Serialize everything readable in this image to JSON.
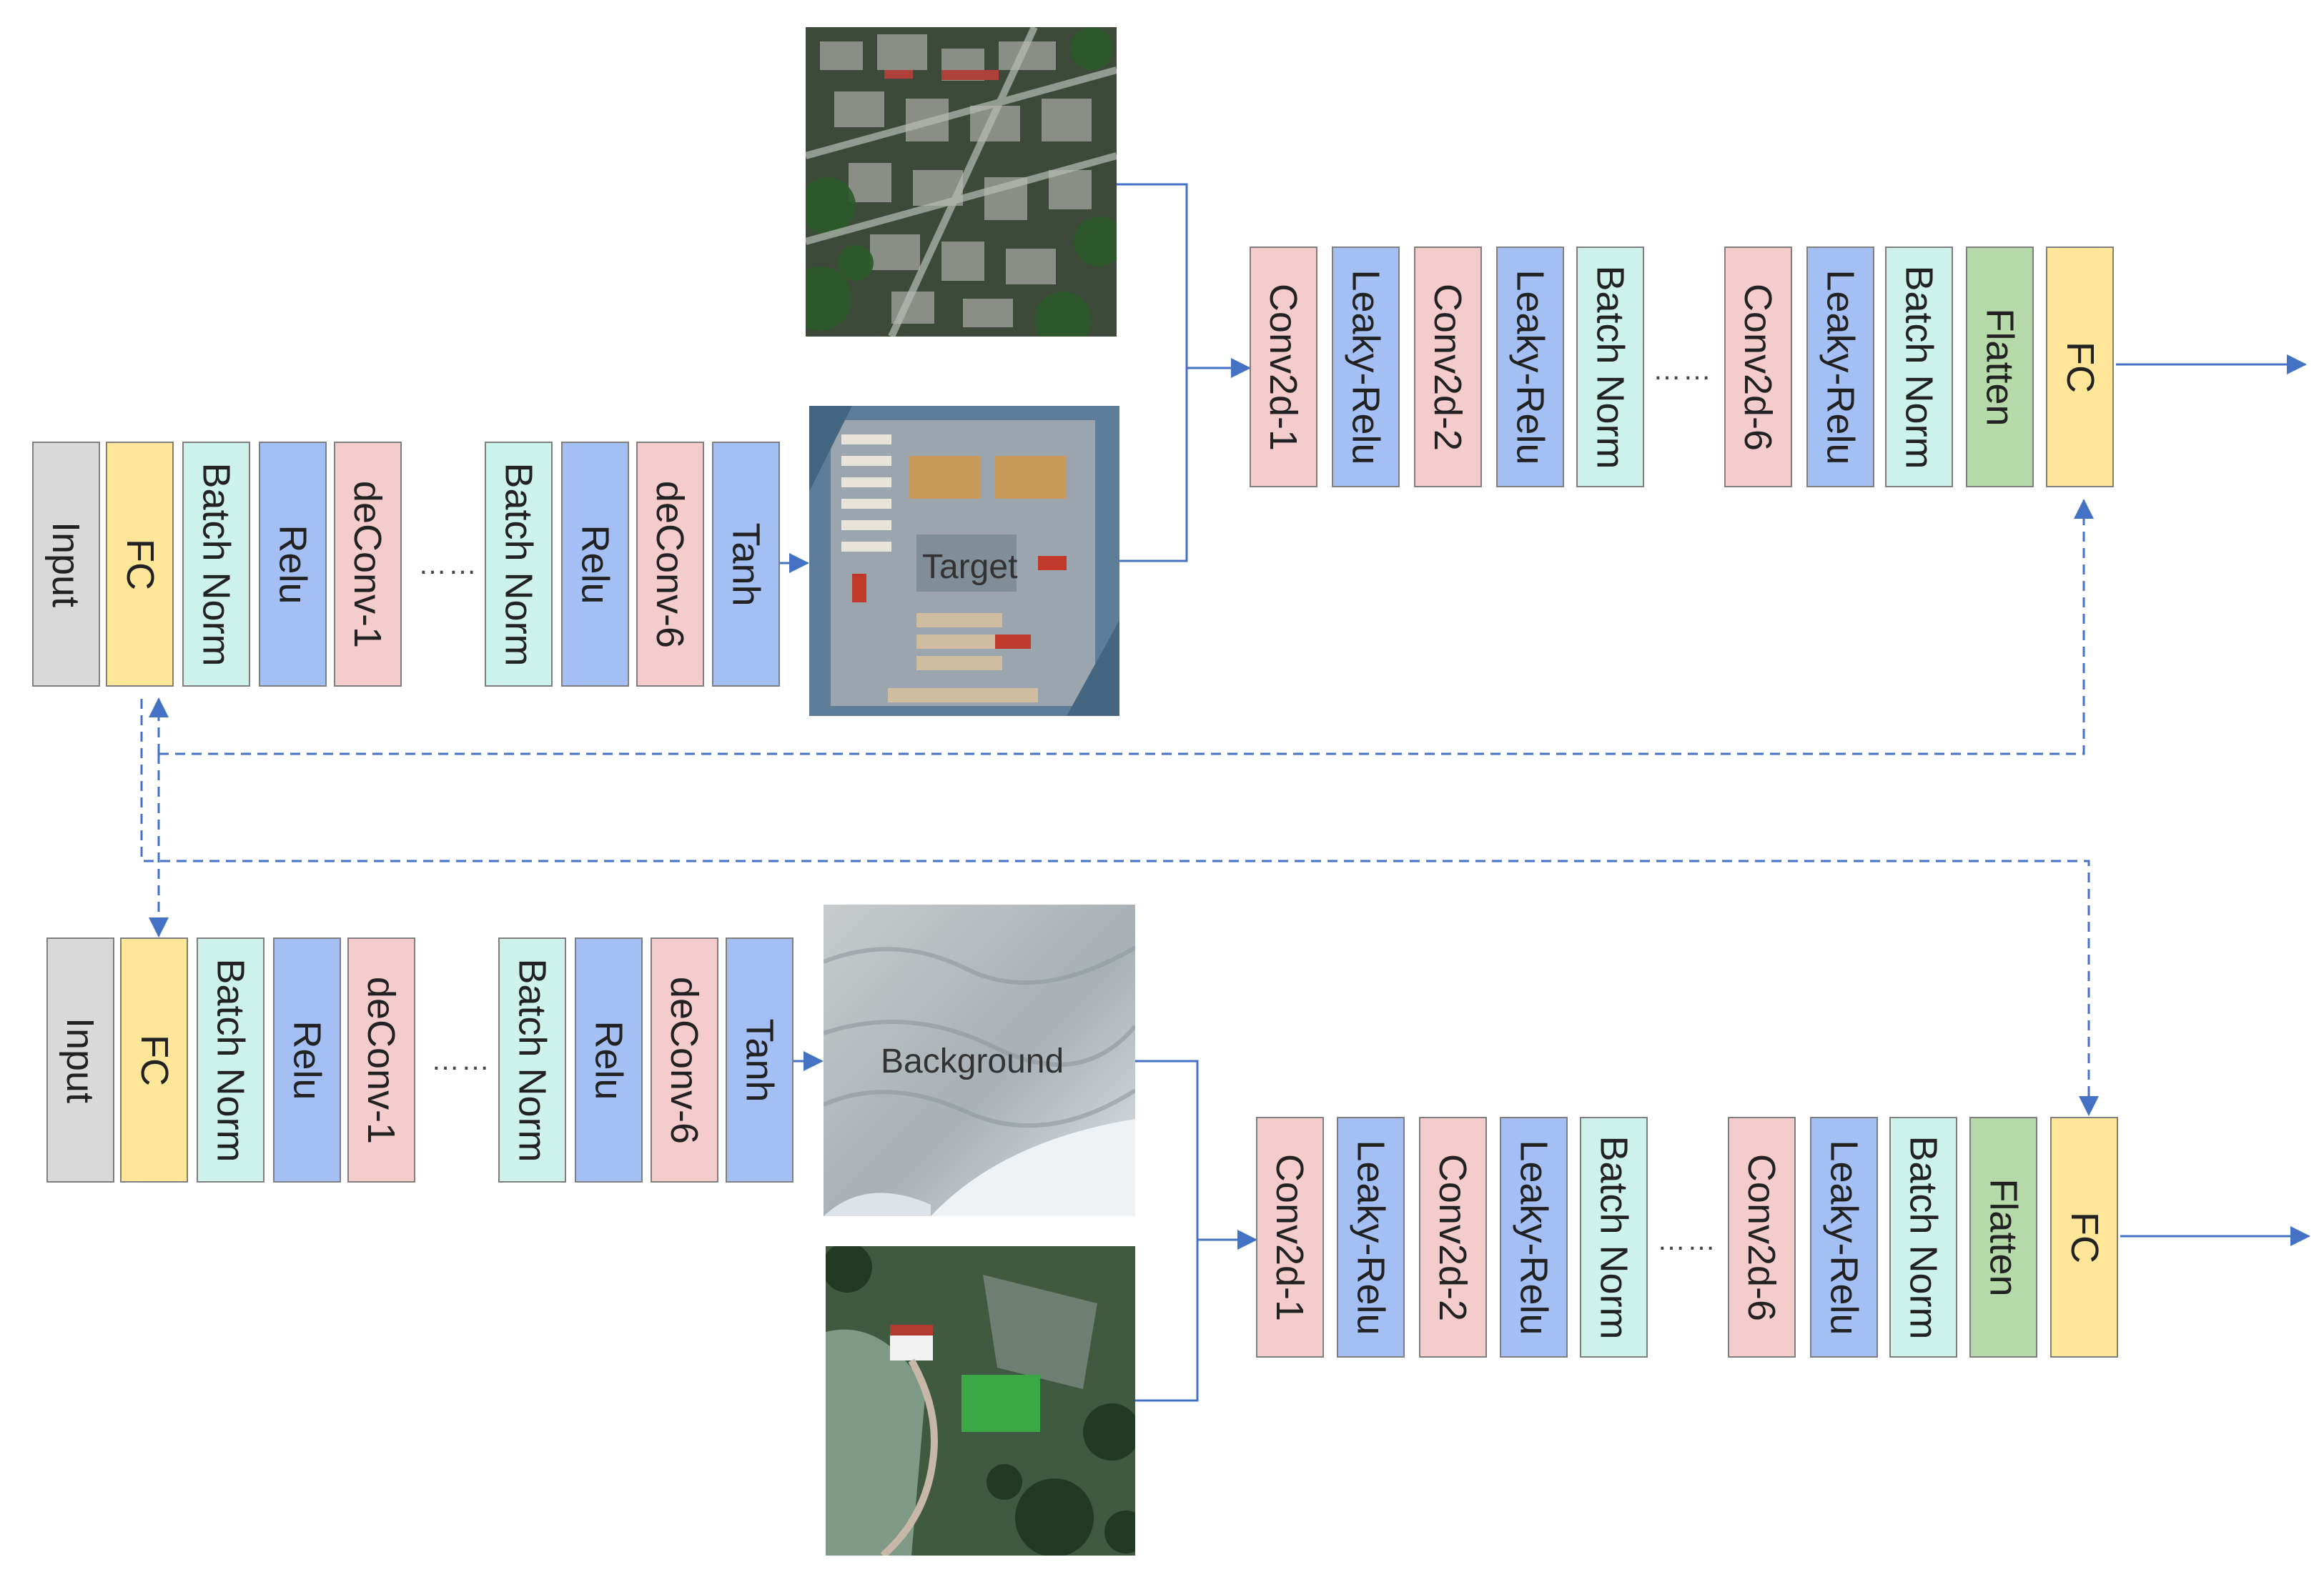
{
  "colors": {
    "gray": "#d9d9d9",
    "yellow": "#ffe699",
    "teal": "#cdf2ec",
    "blue": "#a4bff3",
    "pink": "#f4cccc",
    "green": "#b5d9a8",
    "arrow": "#4472c4"
  },
  "generator_top": {
    "input": "Input",
    "fc": "FC",
    "batch_norm_1": "Batch Norm",
    "relu_1": "Relu",
    "deconv_1": "deConv-1",
    "ellipsis": "……",
    "batch_norm_2": "Batch Norm",
    "relu_2": "Relu",
    "deconv_6": "deConv-6",
    "tanh": "Tanh"
  },
  "discriminator_top": {
    "conv2d_1": "Conv2d-1",
    "leaky_relu_1": "Leaky-Relu",
    "conv2d_2": "Conv2d-2",
    "leaky_relu_2": "Leaky-Relu",
    "batch_norm_1": "Batch Norm",
    "ellipsis": "……",
    "conv2d_6": "Conv2d-6",
    "leaky_relu_6": "Leaky-Relu",
    "batch_norm_6": "Batch Norm",
    "flatten": "Flatten",
    "fc": "FC"
  },
  "generator_bottom": {
    "input": "Input",
    "fc": "FC",
    "batch_norm_1": "Batch Norm",
    "relu_1": "Relu",
    "deconv_1": "deConv-1",
    "ellipsis": "……",
    "batch_norm_2": "Batch Norm",
    "relu_2": "Relu",
    "deconv_6": "deConv-6",
    "tanh": "Tanh"
  },
  "discriminator_bottom": {
    "conv2d_1": "Conv2d-1",
    "leaky_relu_1": "Leaky-Relu",
    "conv2d_2": "Conv2d-2",
    "leaky_relu_2": "Leaky-Relu",
    "batch_norm_1": "Batch Norm",
    "ellipsis": "……",
    "conv2d_6": "Conv2d-6",
    "leaky_relu_6": "Leaky-Relu",
    "batch_norm_6": "Batch Norm",
    "flatten": "Flatten",
    "fc": "FC"
  },
  "images": {
    "target_label": "Target",
    "background_label": "Background"
  }
}
